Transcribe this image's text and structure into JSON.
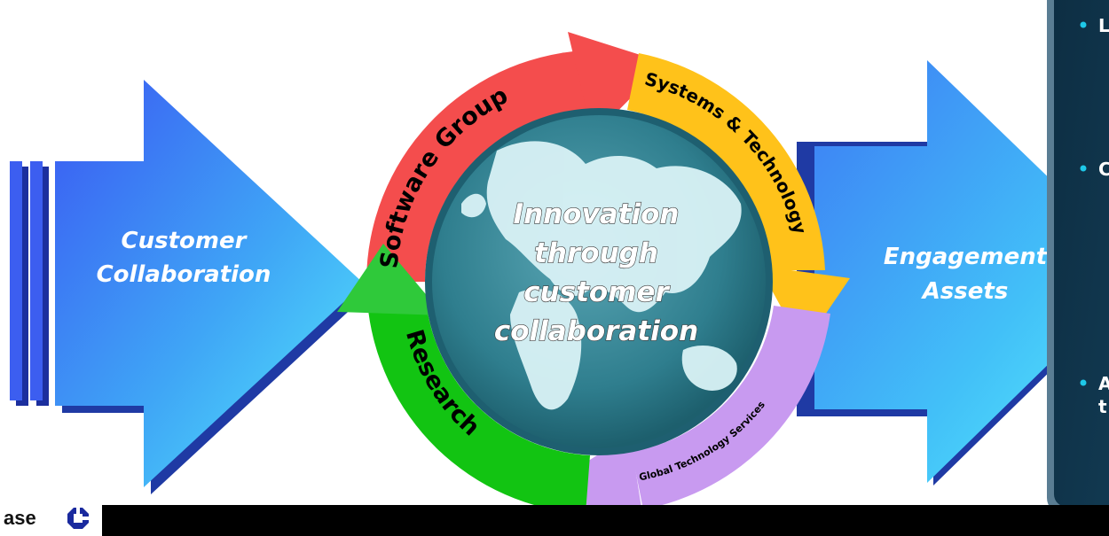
{
  "left_arrow": {
    "label_line1": "Customer",
    "label_line2": "Collaboration"
  },
  "right_arrow": {
    "label_line1": "Engagement",
    "label_line2": "Assets"
  },
  "ring": {
    "segments": [
      {
        "label": "Software Group",
        "color": "#f44d4d"
      },
      {
        "label": "Systems & Technology",
        "color": "#ffc21a"
      },
      {
        "label": "Global Technology Services",
        "color": "#c89af0"
      },
      {
        "label": "Research",
        "color": "#12c412"
      }
    ]
  },
  "center": {
    "line1": "Innovation",
    "line2": "through",
    "line3": "customer",
    "line4": "collaboration"
  },
  "side_panel": {
    "bullets": [
      {
        "text": "L"
      },
      {
        "text": "C"
      },
      {
        "text": "A"
      },
      {
        "text": "t"
      }
    ]
  },
  "footer": {
    "logo_text": "ase"
  }
}
